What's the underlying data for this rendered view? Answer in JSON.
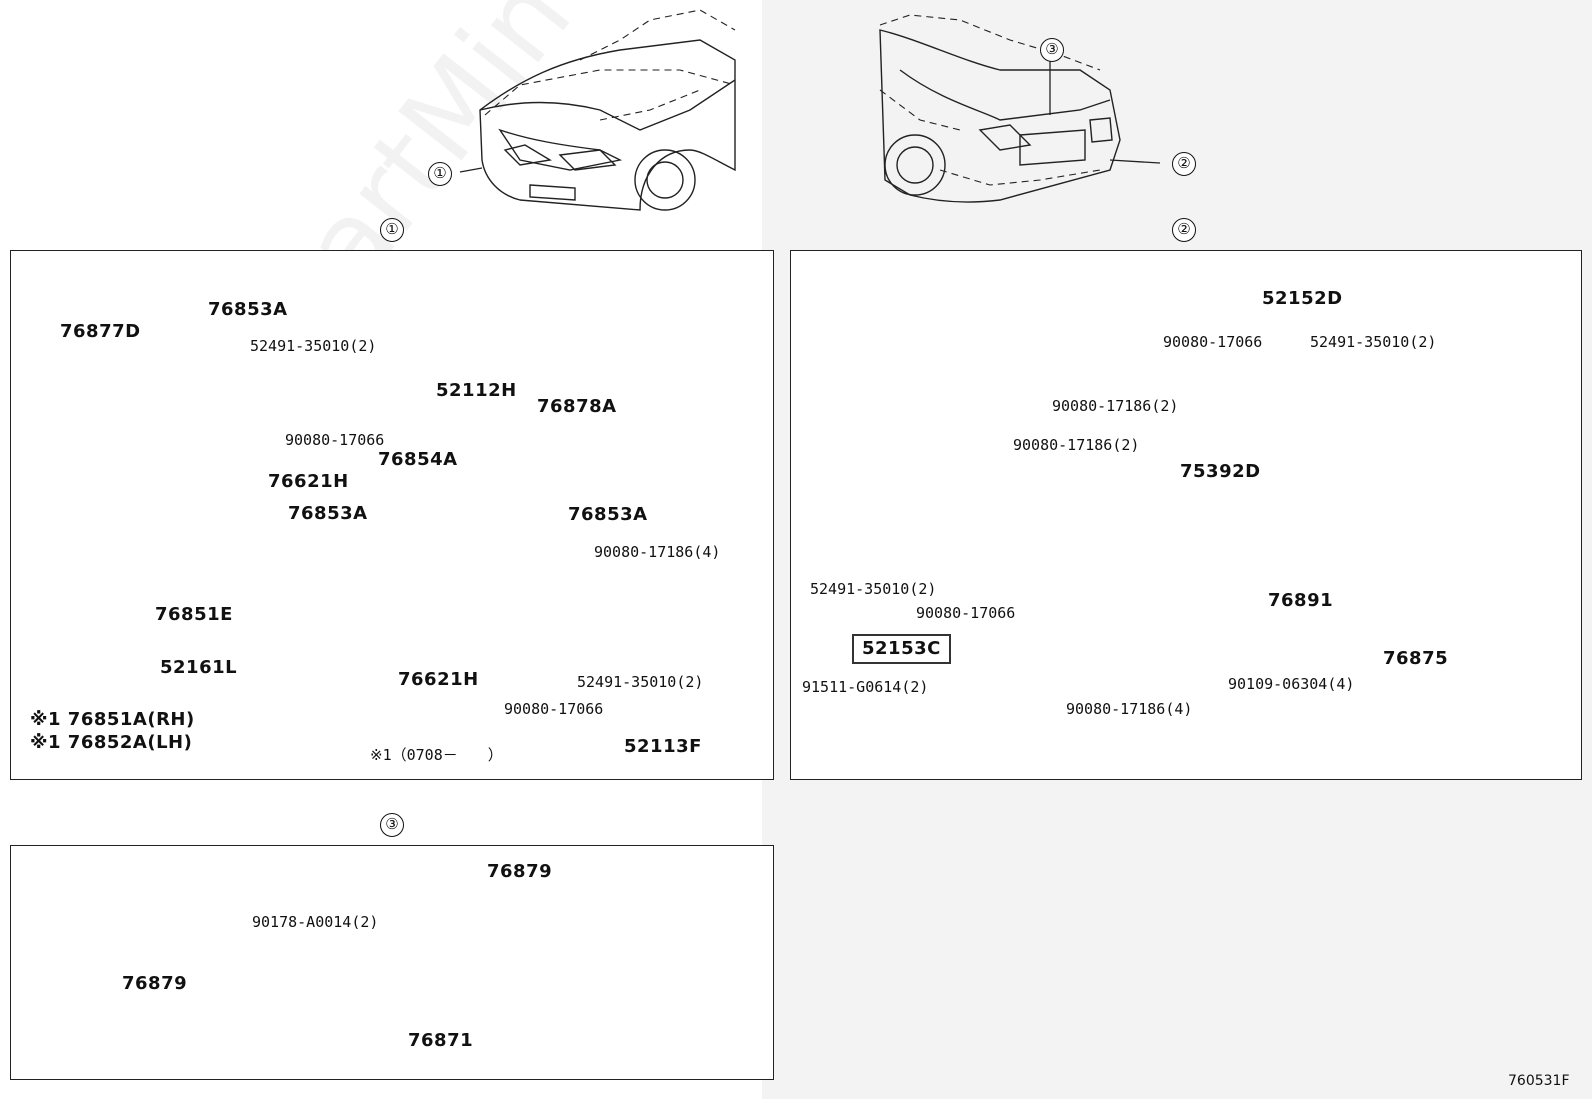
{
  "page_code": "760531F",
  "watermark": "ToyotaPartMine",
  "markers": {
    "one": "①",
    "two": "②",
    "three": "③"
  },
  "panel1": {
    "labels": {
      "p76853A_top": "76853A",
      "p76877D": "76877D",
      "p52491_top": "52491-35010(2)",
      "p52112H": "52112H",
      "p90080_17066_top": "90080-17066",
      "p76878A": "76878A",
      "p76854A": "76854A",
      "p76621H_top": "76621H",
      "p76853A_mid": "76853A",
      "p76853A_right": "76853A",
      "p90080_17186_4": "90080-17186(4)",
      "p76851E": "76851E",
      "p52161L": "52161L",
      "p76621H_bot": "76621H",
      "p52491_bot": "52491-35010(2)",
      "p90080_17066_bot": "90080-17066",
      "p52113F": "52113F",
      "p76851A": "※1 76851A(RH)",
      "p76852A": "※1 76852A(LH)",
      "note": "※1（0708－　　）"
    }
  },
  "panel2": {
    "labels": {
      "p52152D": "52152D",
      "p90080_17066_top": "90080-17066",
      "p52491_top": "52491-35010(2)",
      "p90080_17186_a": "90080-17186(2)",
      "p90080_17186_b": "90080-17186(2)",
      "p75392D": "75392D",
      "p52491_left": "52491-35010(2)",
      "p90080_17066_mid": "90080-17066",
      "p76891": "76891",
      "p52153C": "52153C",
      "p91511": "91511-G0614(2)",
      "p90109": "90109-06304(4)",
      "p90080_17186_4": "90080-17186(4)",
      "p76875": "76875"
    }
  },
  "panel3": {
    "labels": {
      "p76879_top": "76879",
      "p90178": "90178-A0014(2)",
      "p76879_left": "76879",
      "p76871": "76871"
    }
  }
}
